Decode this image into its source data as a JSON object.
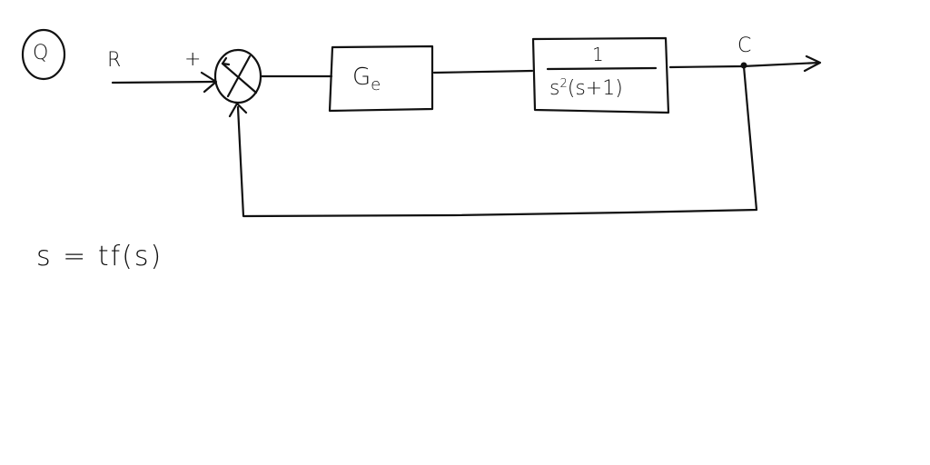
{
  "diagram": {
    "type": "control-system-block-diagram",
    "question_marker": "Q",
    "input_label": "R",
    "summing_junction": {
      "input_sign": "+",
      "symbol": "×"
    },
    "blocks": [
      {
        "id": "controller",
        "label": "G",
        "subscript": "e"
      },
      {
        "id": "plant",
        "numerator": "1",
        "denominator_base": "s",
        "denominator_exponent": "2",
        "denominator_rest": "(s+1)"
      }
    ],
    "output_label": "C",
    "feedback": "unity",
    "note": "s = tf(s)"
  },
  "colors": {
    "ink": "#111111",
    "background": "#ffffff"
  }
}
